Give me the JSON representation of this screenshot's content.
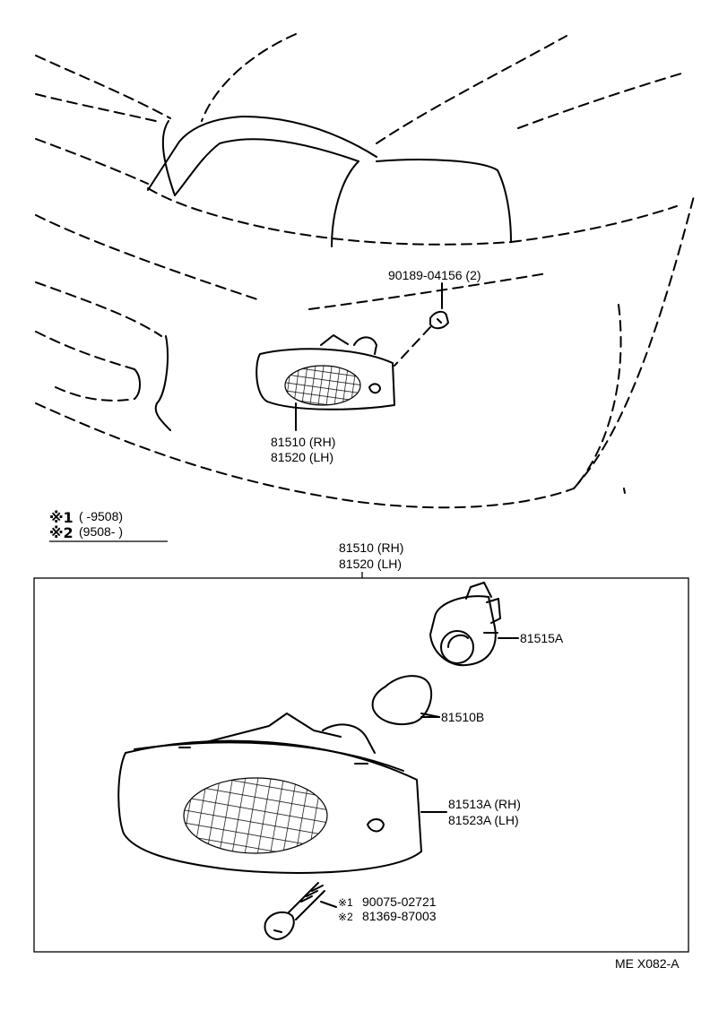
{
  "top_view": {
    "bolt_part": "90189-04156 (2)",
    "lamp_part_rh": "81510 (RH)",
    "lamp_part_lh": "81520 (LH)"
  },
  "legend": {
    "mark1": "※1",
    "mark1_range": "(        -9508)",
    "mark2": "※2",
    "mark2_range": "(9508-        )"
  },
  "exploded_view": {
    "assembly_rh": "81510 (RH)",
    "assembly_lh": "81520 (LH)",
    "socket": "81515A",
    "bulb": "81510B",
    "lens_rh": "81513A (RH)",
    "lens_lh": "81523A (LH)",
    "screw_mark1": "※1",
    "screw_part1": "90075-02721",
    "screw_mark2": "※2",
    "screw_part2": "81369-87003"
  },
  "diagram_code": "ME X082-A"
}
